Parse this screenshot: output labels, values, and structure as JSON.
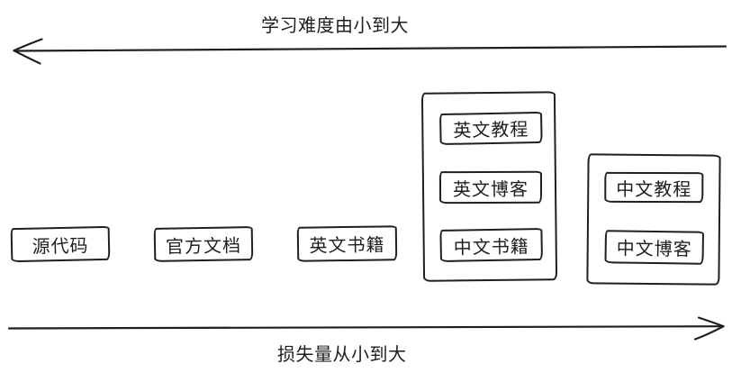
{
  "axes": {
    "top": {
      "label": "学习难度由小到大",
      "direction": "left"
    },
    "bottom": {
      "label": "损失量从小到大",
      "direction": "right"
    }
  },
  "nodes": {
    "source_code": "源代码",
    "official_docs": "官方文档",
    "english_books": "英文书籍",
    "english_tutorials": "英文教程",
    "english_blogs": "英文博客",
    "chinese_books": "中文书籍",
    "chinese_tutorials": "中文教程",
    "chinese_blogs": "中文博客"
  },
  "colors": {
    "ink": "#1f1f1f",
    "background": "#ffffff"
  }
}
